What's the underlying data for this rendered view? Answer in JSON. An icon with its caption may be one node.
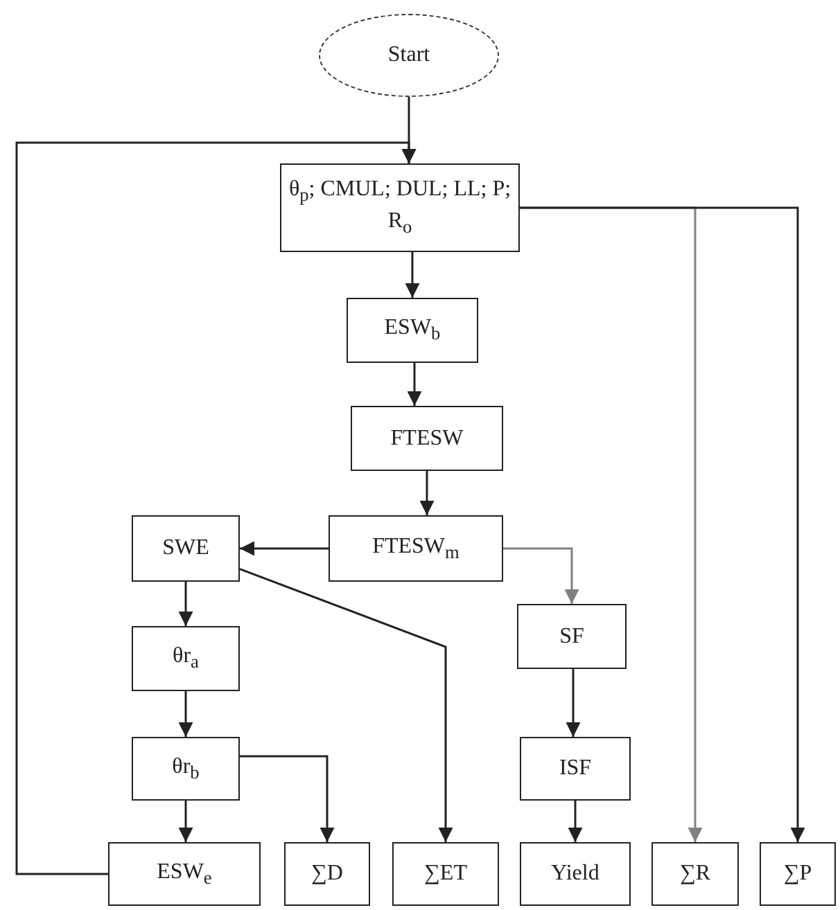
{
  "diagram": {
    "nodes": [
      {
        "text": [
          "Start"
        ]
      },
      {
        "text": [
          "θ$_{p}$; CMUL; DUL; LL; P; R$_{o}$"
        ]
      },
      {
        "text": [
          "ESW$_{b}$"
        ]
      },
      {
        "text": [
          "FTESW"
        ]
      },
      {
        "text": [
          "FTESW$_{m}$"
        ]
      },
      {
        "text": [
          "SWE"
        ]
      },
      {
        "text": [
          "SF"
        ]
      },
      {
        "text": [
          "θr$_{a}$"
        ]
      },
      {
        "text": [
          "θr$_{b}$"
        ]
      },
      {
        "text": [
          "ISF"
        ]
      },
      {
        "text": [
          "ESW$_{e}$"
        ]
      },
      {
        "text": [
          "∑D"
        ]
      },
      {
        "text": [
          "∑ET"
        ]
      },
      {
        "text": [
          "Yield"
        ]
      },
      {
        "text": [
          "∑R"
        ]
      },
      {
        "text": [
          "∑P"
        ]
      }
    ],
    "edges": [
      {
        "from": 0,
        "to": 1,
        "arrow": "to"
      },
      {
        "from": 1,
        "to": 2,
        "arrow": "to"
      },
      {
        "from": 2,
        "to": 3,
        "arrow": "to"
      },
      {
        "from": 3,
        "to": 4,
        "arrow": "to"
      },
      {
        "from": 4,
        "to": 5,
        "arrow": "to"
      },
      {
        "from": 4,
        "to": 6,
        "arrow": "to",
        "color": "#808080"
      },
      {
        "from": 5,
        "to": 7,
        "arrow": "to"
      },
      {
        "from": 7,
        "to": 8,
        "arrow": "to"
      },
      {
        "from": 8,
        "to": 10,
        "arrow": "to"
      },
      {
        "from": 8,
        "to": 11,
        "arrow": "to"
      },
      {
        "from": 5,
        "to": 12,
        "arrow": "to"
      },
      {
        "from": 6,
        "to": 9,
        "arrow": "to"
      },
      {
        "from": 9,
        "to": 13,
        "arrow": "to"
      },
      {
        "from": 1,
        "to": 14,
        "arrow": "to",
        "color": "#808080"
      },
      {
        "from": 1,
        "to": 15,
        "arrow": "to"
      },
      {
        "from": 10,
        "to": 1,
        "arrow": "to"
      }
    ]
  }
}
